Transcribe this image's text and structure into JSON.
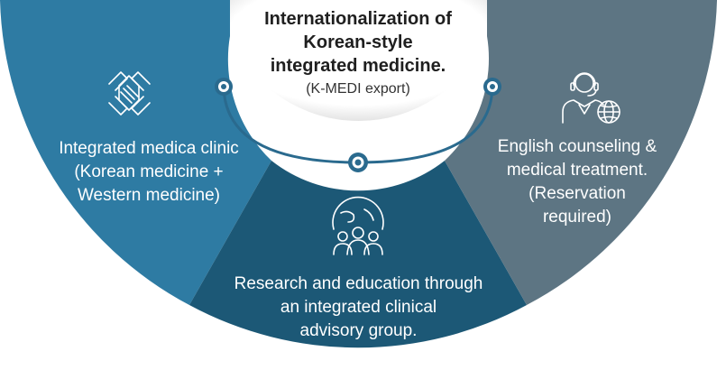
{
  "colors": {
    "left_segment": "#2e7ba3",
    "bottom_segment": "#1c5876",
    "right_segment": "#5d7583",
    "center_fill": "#ffffff",
    "arc_line": "#2a6a8e"
  },
  "center": {
    "title_lines": [
      "Internationalization of",
      "Korean-style",
      "integrated medicine."
    ],
    "subtitle": "(K-MEDI export)"
  },
  "segments": [
    {
      "icon": "handshake-icon",
      "lines": [
        "Integrated medica clinic",
        "(Korean medicine +",
        "Western medicine)"
      ]
    },
    {
      "icon": "globe-group-icon",
      "lines": [
        "Research and education through",
        "an integrated clinical",
        "advisory group."
      ]
    },
    {
      "icon": "headset-globe-icon",
      "lines": [
        "English counseling  &",
        "medical treatment.",
        "(Reservation",
        "required)"
      ]
    }
  ]
}
